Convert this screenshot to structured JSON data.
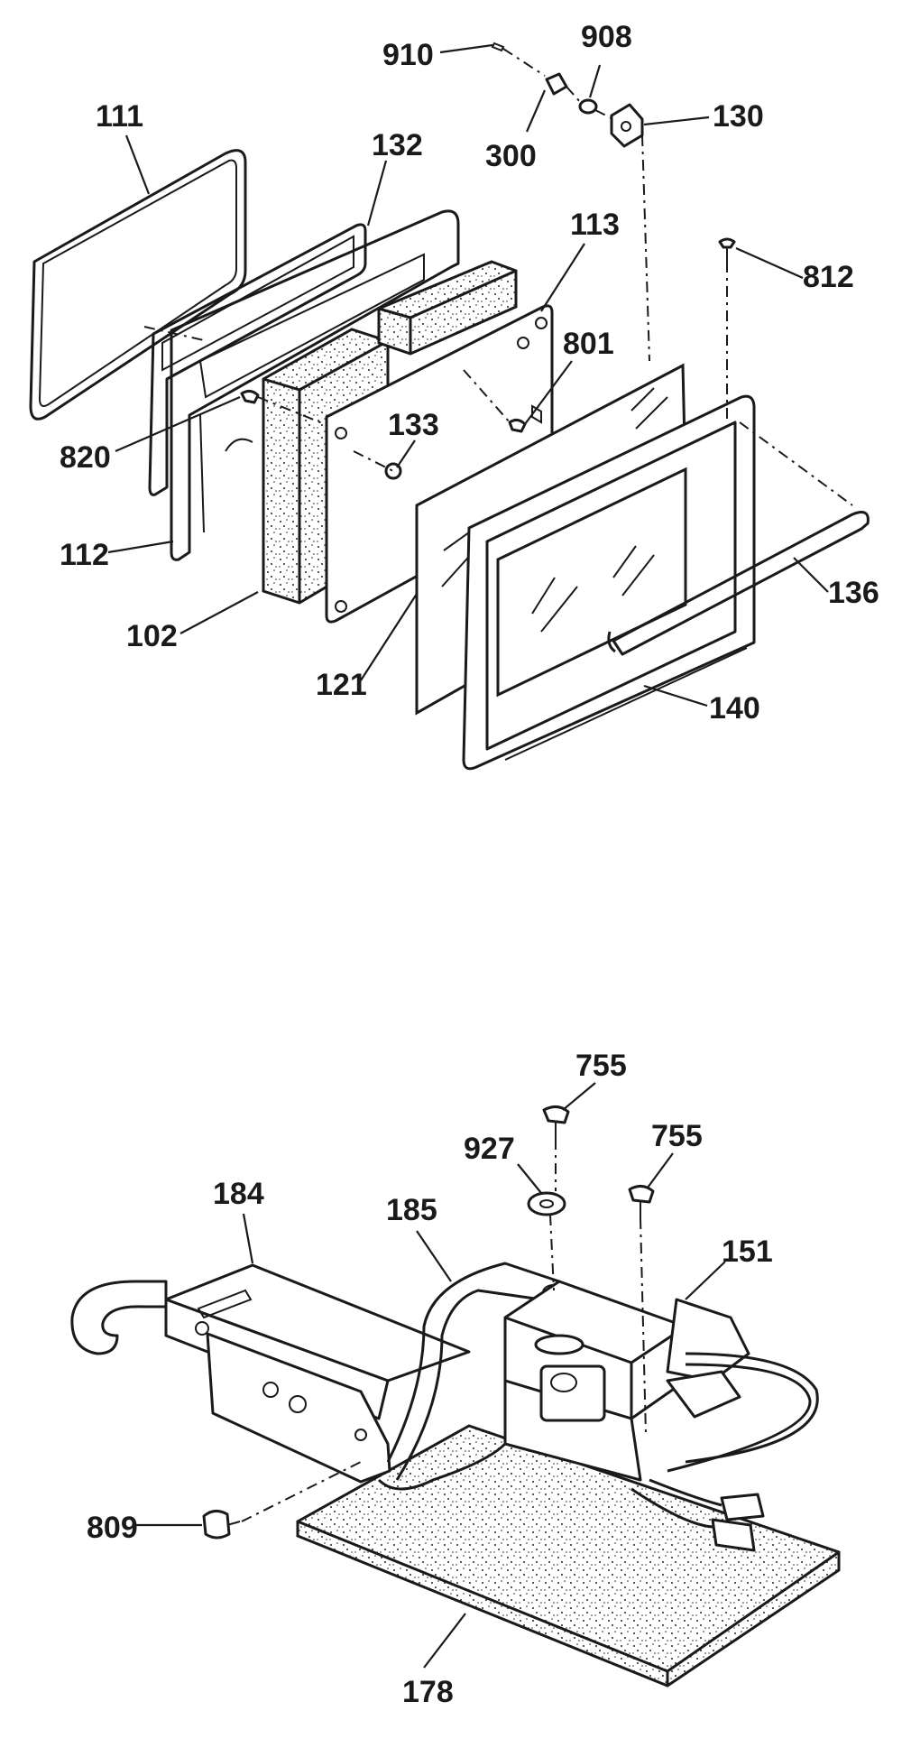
{
  "diagram": {
    "upper_assembly": {
      "labels": [
        {
          "id": "910",
          "text": "910"
        },
        {
          "id": "908",
          "text": "908"
        },
        {
          "id": "300",
          "text": "300"
        },
        {
          "id": "130",
          "text": "130"
        },
        {
          "id": "111",
          "text": "111"
        },
        {
          "id": "132",
          "text": "132"
        },
        {
          "id": "113",
          "text": "113"
        },
        {
          "id": "812",
          "text": "812"
        },
        {
          "id": "801",
          "text": "801"
        },
        {
          "id": "820",
          "text": "820"
        },
        {
          "id": "133",
          "text": "133"
        },
        {
          "id": "112",
          "text": "112"
        },
        {
          "id": "136",
          "text": "136"
        },
        {
          "id": "102",
          "text": "102"
        },
        {
          "id": "121",
          "text": "121"
        },
        {
          "id": "140",
          "text": "140"
        }
      ]
    },
    "lower_assembly": {
      "labels": [
        {
          "id": "755a",
          "text": "755"
        },
        {
          "id": "927",
          "text": "927"
        },
        {
          "id": "755b",
          "text": "755"
        },
        {
          "id": "184",
          "text": "184"
        },
        {
          "id": "185",
          "text": "185"
        },
        {
          "id": "151",
          "text": "151"
        },
        {
          "id": "809",
          "text": "809"
        },
        {
          "id": "178",
          "text": "178"
        }
      ]
    }
  }
}
